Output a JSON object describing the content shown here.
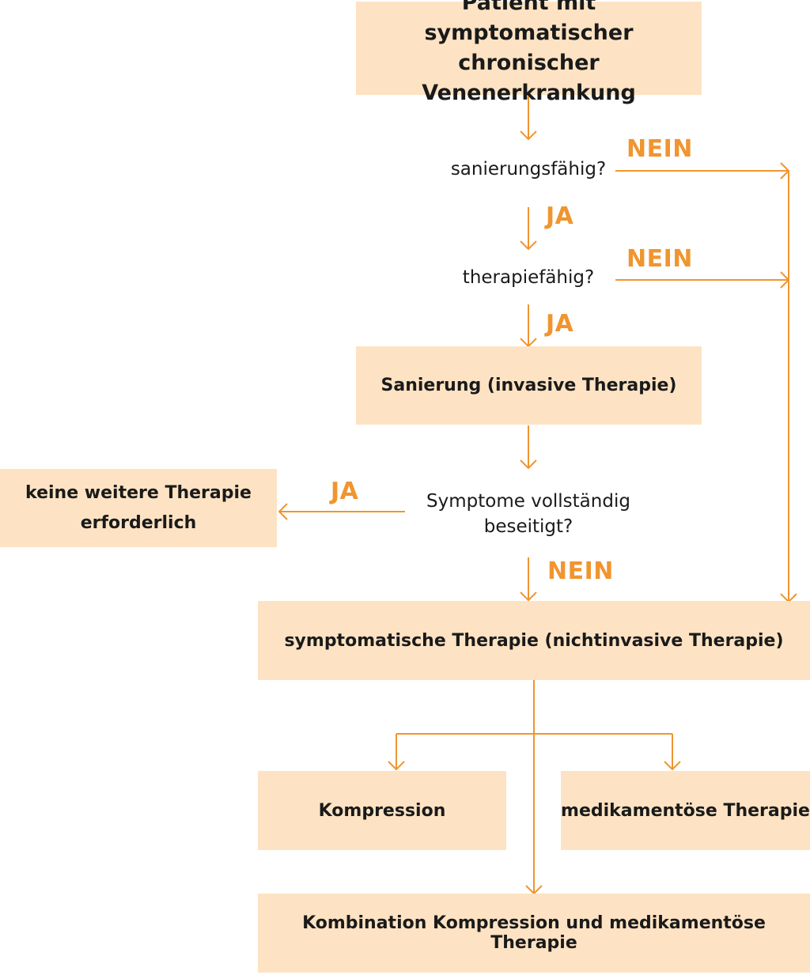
{
  "nodes": {
    "start": [
      "Patient mit symptomatischer",
      "chronischer Venenerkrankung"
    ],
    "q_sanierungsfaehig": "sanierungsfähig?",
    "q_therapiefaehig": "therapiefähig?",
    "sanierung": "Sanierung (invasive Therapie)",
    "q_symptome": [
      "Symptome vollständig",
      "beseitigt?"
    ],
    "keine_therapie": [
      "keine weitere Therapie",
      "erforderlich"
    ],
    "symptomatische_therapie": "symptomatische Therapie (nichtinvasive Therapie)",
    "kompression": "Kompression",
    "medikamentoese": "medikamentöse Therapie",
    "kombination": "Kombination Kompression und medikamentöse Therapie"
  },
  "labels": {
    "yes": "JA",
    "no": "NEIN"
  },
  "colors": {
    "box_fill": "#fde3c3",
    "accent": "#f0952f",
    "text": "#1a1a1a"
  }
}
